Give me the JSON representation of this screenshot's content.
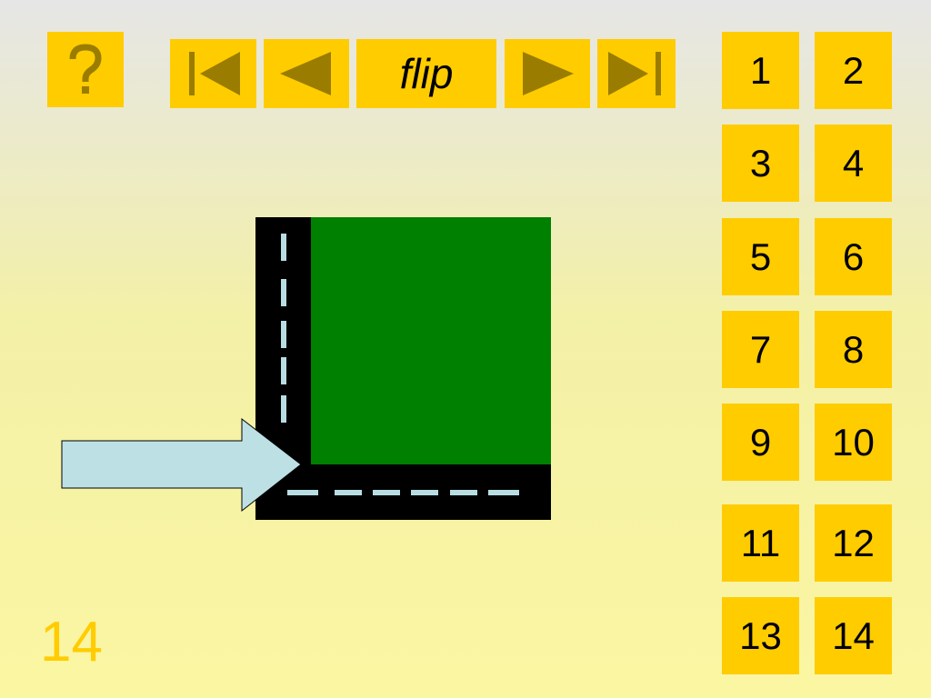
{
  "toolbar": {
    "help_icon": "question-mark-icon",
    "first_icon": "skip-to-first-icon",
    "prev_icon": "previous-triangle-icon",
    "flip_label": "flip",
    "next_icon": "next-triangle-icon",
    "last_icon": "skip-to-last-icon"
  },
  "page_buttons": [
    "1",
    "2",
    "3",
    "4",
    "5",
    "6",
    "7",
    "8",
    "9",
    "10",
    "11",
    "12",
    "13",
    "14"
  ],
  "slide_number": "14",
  "colors": {
    "button": "#ffcc00",
    "button_icon": "#9a7d00",
    "square": "#008000",
    "road": "#000000",
    "road_marking": "#b8dde3",
    "arrow": "#bde0e5"
  }
}
